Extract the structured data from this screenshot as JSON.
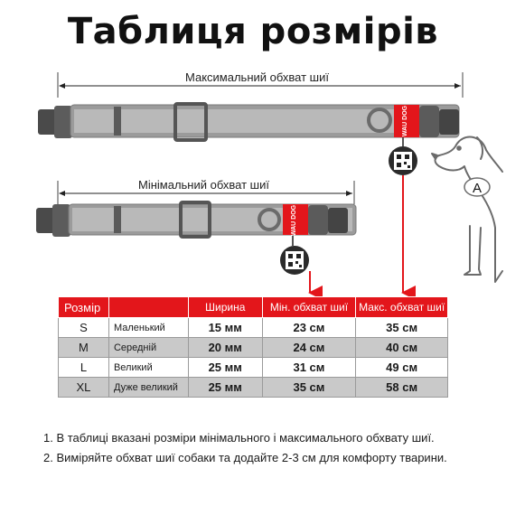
{
  "title": "Таблиця розмірів",
  "max_label": "Максимальний обхват шиї",
  "min_label": "Мінімальний обхват шиї",
  "brand_tag": "WAU DOG",
  "dog_marker": "A",
  "colors": {
    "accent": "#e3161b",
    "shade": "#c9c9c9",
    "strap": "#a9a9a9"
  },
  "table": {
    "headers": [
      "Розмір",
      "",
      "Ширина",
      "Мін. обхват шиї",
      "Макс. обхват шиї"
    ],
    "rows": [
      {
        "size": "S",
        "name": "Маленький",
        "width": "15 мм",
        "min": "23 см",
        "max": "35 см"
      },
      {
        "size": "M",
        "name": "Середній",
        "width": "20 мм",
        "min": "24 см",
        "max": "40 см"
      },
      {
        "size": "L",
        "name": "Великий",
        "width": "25 мм",
        "min": "31 см",
        "max": "49 см"
      },
      {
        "size": "XL",
        "name": "Дуже великий",
        "width": "25 мм",
        "min": "35 см",
        "max": "58 см"
      }
    ]
  },
  "notes": [
    "1. В таблиці вказані розміри мінімального і максимального обхвату шиї.",
    "2. Виміряйте обхват шиї собаки та додайте 2-3 см для комфорту тварини."
  ]
}
